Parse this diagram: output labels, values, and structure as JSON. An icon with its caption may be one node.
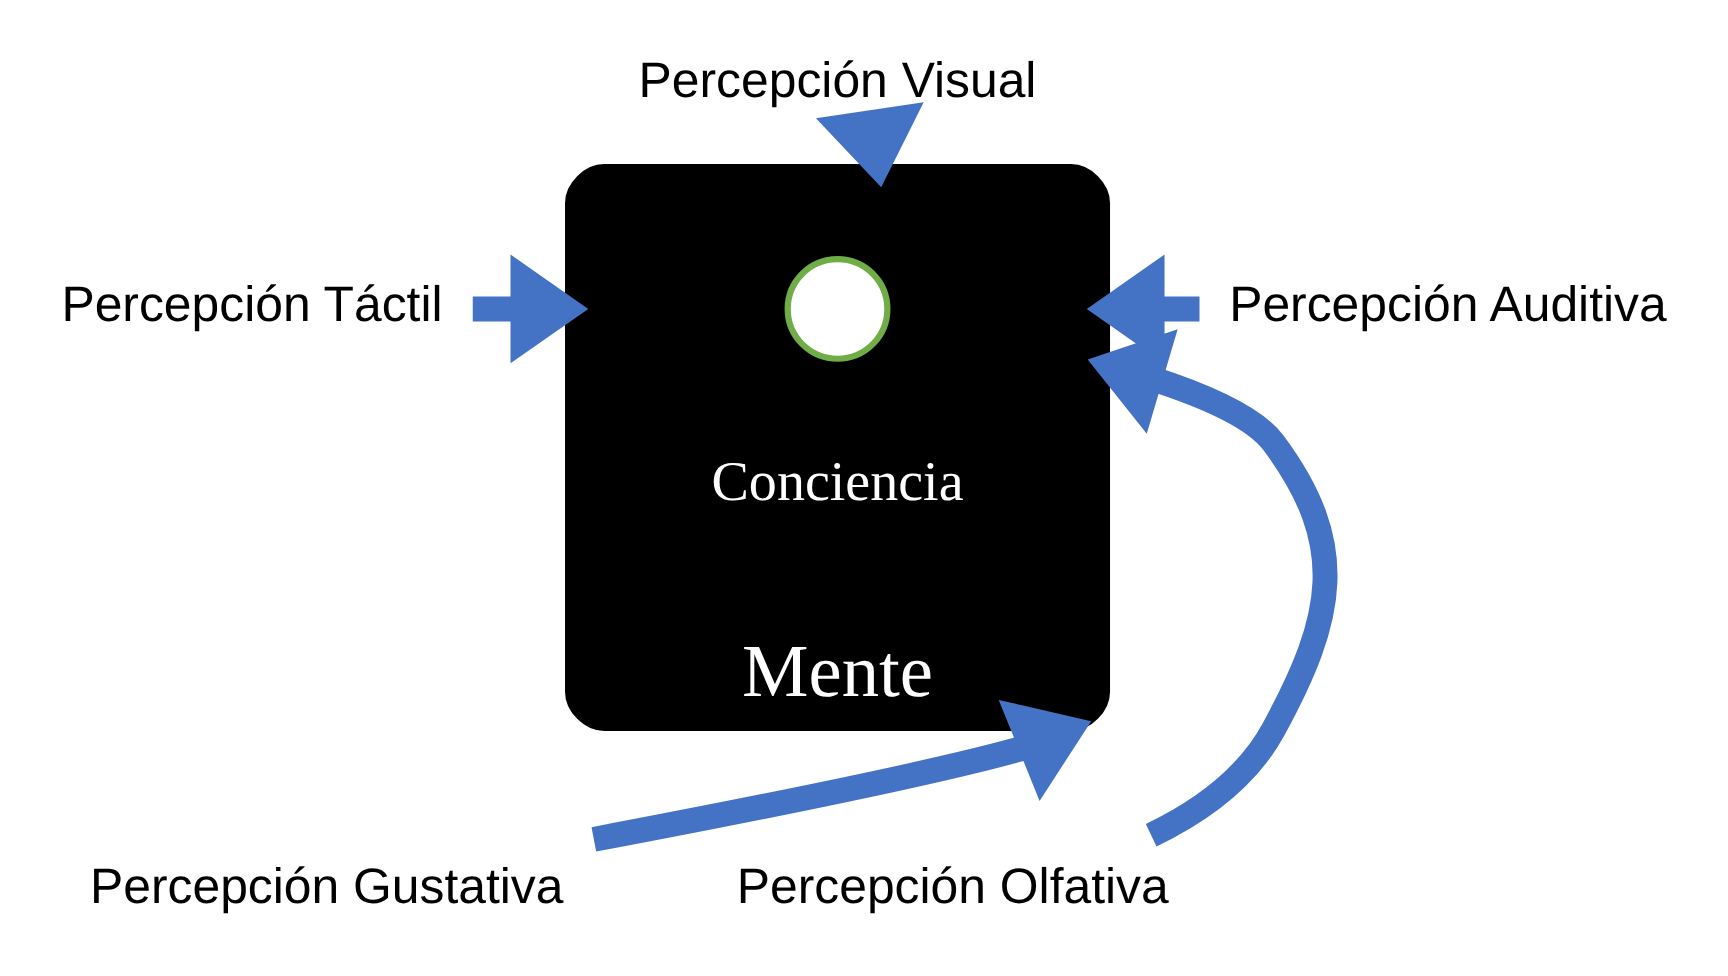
{
  "diagram": {
    "nodes": [
      {
        "text": [
          "Mente"
        ]
      },
      {
        "text": [],
        "shape": "circle",
        "in": 0,
        "beside": [
          "Conciencia"
        ]
      },
      {
        "text": [
          "Percepción Visual"
        ]
      },
      {
        "text": [
          "Percepción Táctil"
        ]
      },
      {
        "text": [
          "Percepción Auditiva"
        ]
      },
      {
        "text": [
          "Percepción Gustativa"
        ]
      },
      {
        "text": [
          "Percepción Olfativa"
        ]
      }
    ],
    "edges": [
      {
        "from": 2,
        "to": 0,
        "arrow": "to"
      },
      {
        "from": 3,
        "to": 0,
        "arrow": "to"
      },
      {
        "from": 4,
        "to": 0,
        "arrow": "to"
      },
      {
        "from": 5,
        "to": 0,
        "arrow": "to"
      },
      {
        "from": 6,
        "to": 0,
        "arrow": "to"
      }
    ]
  }
}
